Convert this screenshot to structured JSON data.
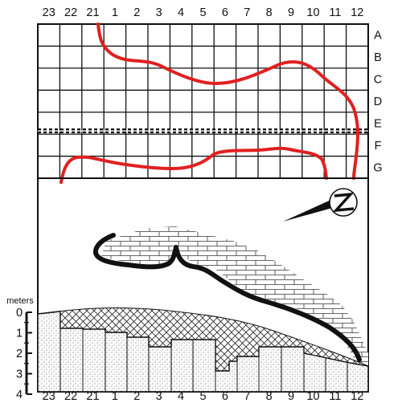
{
  "grid_columns": [
    "23",
    "22",
    "21",
    "1",
    "2",
    "3",
    "4",
    "5",
    "6",
    "7",
    "8",
    "9",
    "10",
    "11",
    "12"
  ],
  "grid_rows": [
    "A",
    "B",
    "C",
    "D",
    "E",
    "F",
    "G"
  ],
  "depth_scale": {
    "unit_label": "meters",
    "ticks": [
      "0",
      "1",
      "2",
      "3",
      "4"
    ]
  },
  "colors": {
    "ink": "#111111",
    "trace_red": "#e02020",
    "north_arrow": "north-arrow-icon"
  }
}
